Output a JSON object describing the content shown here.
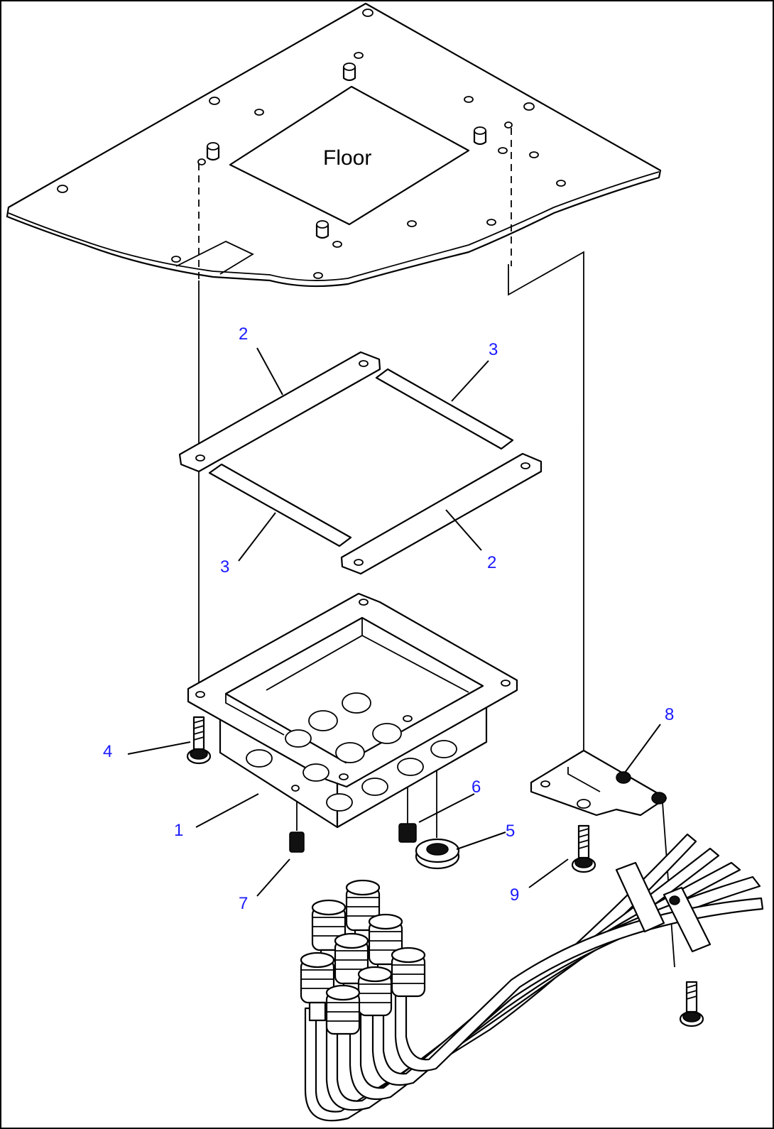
{
  "floor_label": "Floor",
  "callouts": {
    "c1": "1",
    "c2a": "2",
    "c2b": "2",
    "c3a": "3",
    "c3b": "3",
    "c4": "4",
    "c5": "5",
    "c6": "6",
    "c7": "7",
    "c8": "8",
    "c9": "9"
  },
  "colors": {
    "callout": "#1a1aff",
    "line": "#000000",
    "background": "#ffffff"
  }
}
